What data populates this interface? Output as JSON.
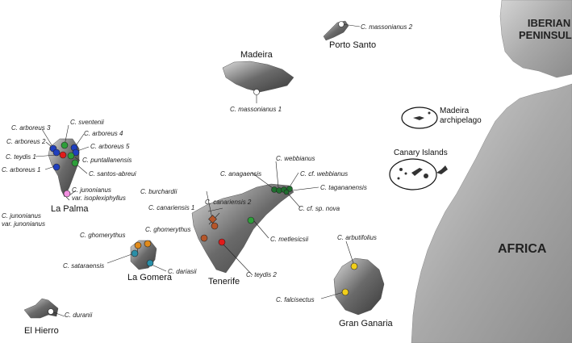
{
  "regions": {
    "iberian_line1": "IBERIAN",
    "iberian_line2": "PENINSULA",
    "africa": "AFRICA"
  },
  "islands": {
    "madeira": "Madeira",
    "porto_santo": "Porto Santo",
    "la_palma": "La Palma",
    "la_gomera": "La Gomera",
    "tenerife": "Tenerife",
    "gran_canaria": "Gran Ganaria",
    "el_hierro": "El Hierro"
  },
  "inset": {
    "madeira_line1": "Madeira",
    "madeira_line2": "archipelago",
    "canary": "Canary Islands"
  },
  "species": {
    "massonianus2": "C. massonianus 2",
    "massonianus1": "C. massonianus 1",
    "sventenii": "C. sventenii",
    "arboreus3": "C. arboreus 3",
    "arboreus4": "C. arboreus 4",
    "arboreus2": "C. arboreus 2",
    "arboreus5": "C. arboreus 5",
    "teydis1": "C. teydis 1",
    "puntallanensis": "C. puntallanensis",
    "arboreus1": "C. arboreus 1",
    "santos_abreui": "C. santos-abreui",
    "junonianus_iso1": "C. junonianus",
    "junonianus_iso2": "var. isoplexiphyllus",
    "junonianus_jun1": "C. junonianus",
    "junonianus_jun2": "var. junonianus",
    "webbianus": "C. webbianus",
    "anagaensis": "C. anagaensis",
    "cf_webbianus": "C. cf. webbianus",
    "taganananensis": "C. tagananensis",
    "cf_sp_nova": "C. cf. sp. nova",
    "burchardii": "C. burchardii",
    "canariensis2": "C. canariensis 2",
    "canariensis1": "C. canariensis 1",
    "metlesicsii": "C. metlesicsii",
    "ghomerythus_a": "C. ghomerythus",
    "ghomerythus_b": "C. ghomerythus",
    "sataraensis": "C. sataraensis",
    "dariasii": "C. dariasii",
    "teydis2": "C. teydis 2",
    "arbutifolius": "C. arbutifolius",
    "falcisectus": "C. falcisectus",
    "duranii": "C. duranii"
  },
  "colors": {
    "blue": "#1f3fbf",
    "green": "#2e9e3a",
    "red": "#e01b1b",
    "pink": "#f28fe0",
    "dark_green": "#1f6e2e",
    "brown": "#b5562a",
    "orange": "#e08a1a",
    "teal": "#2a8fa8",
    "yellow": "#f2cf1a",
    "white": "#ffffff"
  }
}
